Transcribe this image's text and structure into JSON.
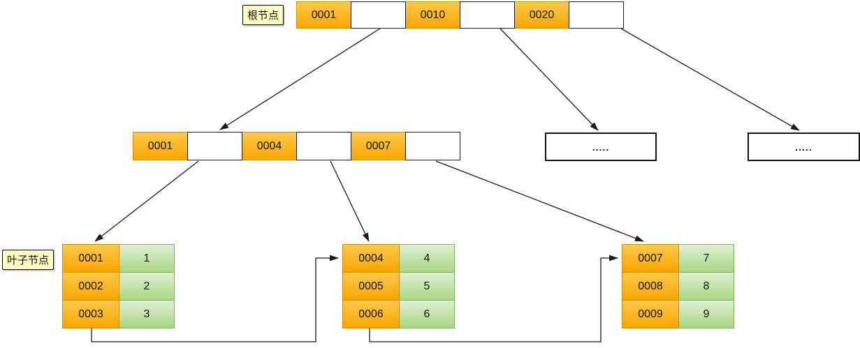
{
  "labels": {
    "root_node": "根节点",
    "leaf_node": "叶子节点"
  },
  "root_node": {
    "keys": [
      "0001",
      "0010",
      "0020"
    ]
  },
  "internal_node": {
    "keys": [
      "0001",
      "0004",
      "0007"
    ]
  },
  "ellipsis_nodes": [
    {
      "text": "....."
    },
    {
      "text": "....."
    }
  ],
  "leaf_nodes": [
    {
      "rows": [
        {
          "key": "0001",
          "value": "1"
        },
        {
          "key": "0002",
          "value": "2"
        },
        {
          "key": "0003",
          "value": "3"
        }
      ]
    },
    {
      "rows": [
        {
          "key": "0004",
          "value": "4"
        },
        {
          "key": "0005",
          "value": "5"
        },
        {
          "key": "0006",
          "value": "6"
        }
      ]
    },
    {
      "rows": [
        {
          "key": "0007",
          "value": "7"
        },
        {
          "key": "0008",
          "value": "8"
        },
        {
          "key": "0009",
          "value": "9"
        }
      ]
    }
  ],
  "colors": {
    "key_cell_top": "#ffc94a",
    "key_cell_bottom": "#f7a600",
    "key_cell_border": "#d29000",
    "value_cell_top": "#def0d0",
    "value_cell_bottom": "#a8d685",
    "value_cell_border": "#7fb25f",
    "pointer_cell_fill": "#ffffff",
    "label_bg": "#ffffc2",
    "line": "#1a1a1a"
  }
}
